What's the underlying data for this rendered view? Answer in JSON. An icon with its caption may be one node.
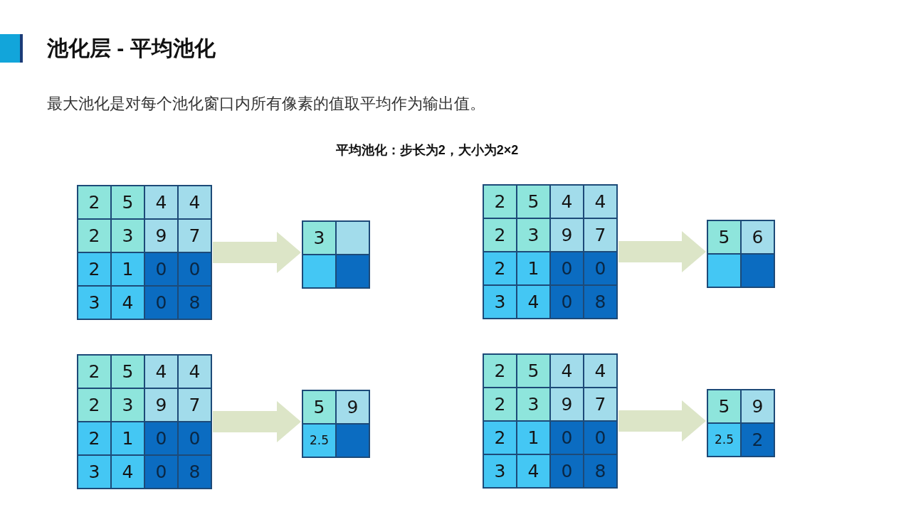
{
  "diagram": {
    "title": "池化层 - 平均池化",
    "nodes": [
      {
        "text": [],
        "shape": "box"
      },
      {
        "text": [
          "2"
        ],
        "in": 0
      },
      {
        "text": [
          "5"
        ],
        "in": 0
      },
      {
        "text": [
          "4"
        ],
        "in": 0
      },
      {
        "text": [
          "4"
        ],
        "in": 0
      },
      {
        "text": [
          "2"
        ],
        "in": 0
      },
      {
        "text": [
          "3"
        ],
        "in": 0
      },
      {
        "text": [
          "9"
        ],
        "in": 0
      },
      {
        "text": [
          "7"
        ],
        "in": 0
      },
      {
        "text": [
          "2"
        ],
        "in": 0
      },
      {
        "text": [
          "1"
        ],
        "in": 0
      },
      {
        "text": [
          "0"
        ],
        "in": 0
      },
      {
        "text": [
          "0"
        ],
        "in": 0
      },
      {
        "text": [
          "3"
        ],
        "in": 0
      },
      {
        "text": [
          "4"
        ],
        "in": 0
      },
      {
        "text": [
          "0"
        ],
        "in": 0
      },
      {
        "text": [
          "8"
        ],
        "in": 0
      },
      {
        "text": [],
        "shape": "box"
      },
      {
        "text": [
          "3"
        ],
        "in": 17
      },
      {
        "text": [],
        "shape": "box",
        "in": 17
      },
      {
        "text": [],
        "shape": "box",
        "in": 17
      },
      {
        "text": [],
        "shape": "box",
        "in": 17
      },
      {
        "text": [],
        "shape": "box"
      },
      {
        "text": [
          "2"
        ],
        "in": 22
      },
      {
        "text": [
          "5"
        ],
        "in": 22
      },
      {
        "text": [
          "4"
        ],
        "in": 22
      },
      {
        "text": [
          "4"
        ],
        "in": 22
      },
      {
        "text": [
          "2"
        ],
        "in": 22
      },
      {
        "text": [
          "3"
        ],
        "in": 22
      },
      {
        "text": [
          "9"
        ],
        "in": 22
      },
      {
        "text": [
          "7"
        ],
        "in": 22
      },
      {
        "text": [
          "2"
        ],
        "in": 22
      },
      {
        "text": [
          "1"
        ],
        "in": 22
      },
      {
        "text": [
          "0"
        ],
        "in": 22
      },
      {
        "text": [
          "0"
        ],
        "in": 22
      },
      {
        "text": [
          "3"
        ],
        "in": 22
      },
      {
        "text": [
          "4"
        ],
        "in": 22
      },
      {
        "text": [
          "0"
        ],
        "in": 22
      },
      {
        "text": [
          "8"
        ],
        "in": 22
      },
      {
        "text": [],
        "shape": "box"
      },
      {
        "text": [
          "5"
        ],
        "in": 39
      },
      {
        "text": [
          "6"
        ],
        "in": 39
      },
      {
        "text": [],
        "shape": "box",
        "in": 39
      },
      {
        "text": [],
        "shape": "box",
        "in": 39
      },
      {
        "text": [],
        "shape": "box"
      },
      {
        "text": [
          "2"
        ],
        "in": 44
      },
      {
        "text": [
          "5"
        ],
        "in": 44
      },
      {
        "text": [
          "4"
        ],
        "in": 44
      },
      {
        "text": [
          "4"
        ],
        "in": 44
      },
      {
        "text": [
          "2"
        ],
        "in": 44
      },
      {
        "text": [
          "3"
        ],
        "in": 44
      },
      {
        "text": [
          "9"
        ],
        "in": 44
      },
      {
        "text": [
          "7"
        ],
        "in": 44
      },
      {
        "text": [
          "2"
        ],
        "in": 44
      },
      {
        "text": [
          "1"
        ],
        "in": 44
      },
      {
        "text": [
          "0"
        ],
        "in": 44
      },
      {
        "text": [
          "0"
        ],
        "in": 44
      },
      {
        "text": [
          "3"
        ],
        "in": 44
      },
      {
        "text": [
          "4"
        ],
        "in": 44
      },
      {
        "text": [
          "0"
        ],
        "in": 44
      },
      {
        "text": [
          "8"
        ],
        "in": 44
      },
      {
        "text": [],
        "shape": "box"
      },
      {
        "text": [
          "5"
        ],
        "in": 61
      },
      {
        "text": [
          "9"
        ],
        "in": 61
      },
      {
        "text": [
          "2.5"
        ],
        "in": 61
      },
      {
        "text": [],
        "shape": "box",
        "in": 61
      },
      {
        "text": [],
        "shape": "box"
      },
      {
        "text": [
          "2"
        ],
        "in": 66
      },
      {
        "text": [
          "5"
        ],
        "in": 66
      },
      {
        "text": [
          "4"
        ],
        "in": 66
      },
      {
        "text": [
          "4"
        ],
        "in": 66
      },
      {
        "text": [
          "2"
        ],
        "in": 66
      },
      {
        "text": [
          "3"
        ],
        "in": 66
      },
      {
        "text": [
          "9"
        ],
        "in": 66
      },
      {
        "text": [
          "7"
        ],
        "in": 66
      },
      {
        "text": [
          "2"
        ],
        "in": 66
      },
      {
        "text": [
          "1"
        ],
        "in": 66
      },
      {
        "text": [
          "0"
        ],
        "in": 66
      },
      {
        "text": [
          "0"
        ],
        "in": 66
      },
      {
        "text": [
          "3"
        ],
        "in": 66
      },
      {
        "text": [
          "4"
        ],
        "in": 66
      },
      {
        "text": [
          "0"
        ],
        "in": 66
      },
      {
        "text": [
          "8"
        ],
        "in": 66
      },
      {
        "text": [],
        "shape": "box"
      },
      {
        "text": [
          "5"
        ],
        "in": 83
      },
      {
        "text": [
          "9"
        ],
        "in": 83
      },
      {
        "text": [
          "2.5"
        ],
        "in": 83
      },
      {
        "text": [
          "2"
        ],
        "in": 83
      }
    ],
    "edges": [
      {
        "from": 0,
        "to": 17,
        "arrow": "to"
      },
      {
        "from": 22,
        "to": 39,
        "arrow": "to"
      },
      {
        "from": 44,
        "to": 61,
        "arrow": "to"
      },
      {
        "from": 66,
        "to": 83,
        "arrow": "to"
      }
    ],
    "labels": [
      "最大池化是对每个池化窗口内所有像素的值取平均作为输出值。",
      "平均池化：步长为2，大小为2×2"
    ]
  }
}
